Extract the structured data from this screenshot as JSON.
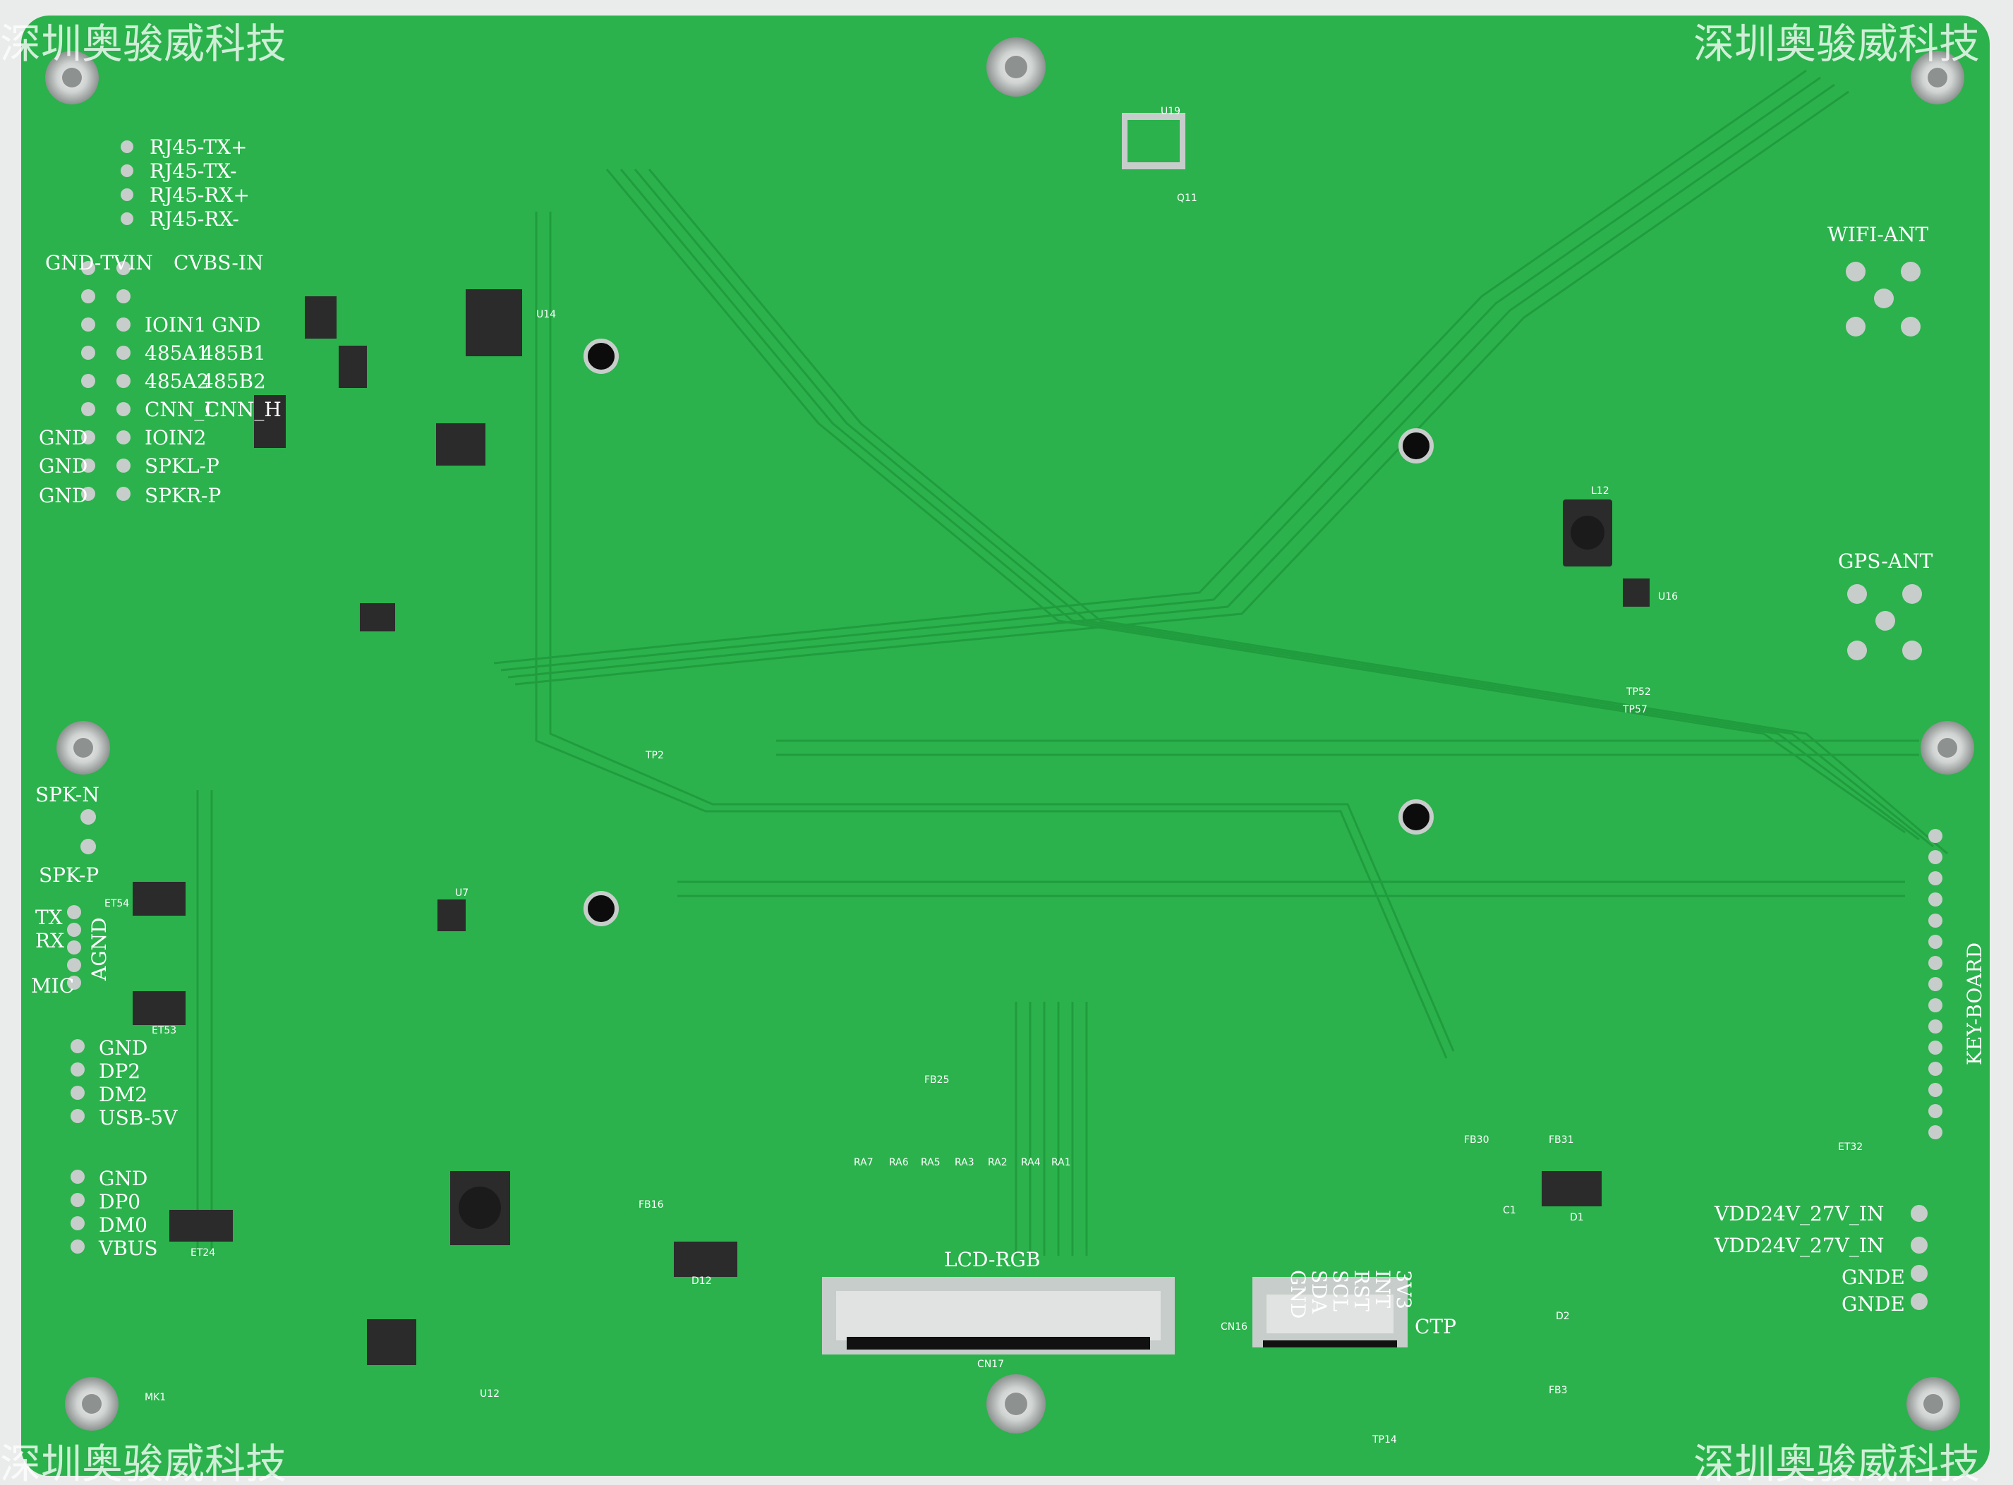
{
  "colors": {
    "pcb": "#2bb24c",
    "trace": "#26a545",
    "silkscreen": "#ffffff",
    "pad": "#c7cdca",
    "chip": "#2b2b2b",
    "hole": "#0c0c0c"
  },
  "watermark": "深圳奥骏威科技",
  "rj45": [
    "RJ45-TX+",
    "RJ45-TX-",
    "RJ45-RX+",
    "RJ45-RX-"
  ],
  "left_header": {
    "top": [
      "GND-TVIN",
      "CVBS-IN"
    ],
    "rows": [
      {
        "left": "",
        "right": "IOIN1",
        "extra": "GND"
      },
      {
        "left": "",
        "right": "485A1",
        "extra": "485B1"
      },
      {
        "left": "",
        "right": "485A2",
        "extra": "485B2"
      },
      {
        "left": "",
        "right": "CNN_L",
        "extra": "CNN_H"
      },
      {
        "left": "GND",
        "right": "IOIN2",
        "extra": ""
      },
      {
        "left": "GND",
        "right": "SPKL-P",
        "extra": ""
      },
      {
        "left": "GND",
        "right": "SPKR-P",
        "extra": ""
      }
    ]
  },
  "spk": {
    "n": "SPK-N",
    "p": "SPK-P"
  },
  "uart": [
    "TX",
    "RX",
    "AGND",
    "MIC"
  ],
  "usb1": [
    "GND",
    "DP2",
    "DM2",
    "USB-5V"
  ],
  "usb2": [
    "GND",
    "DP0",
    "DM0",
    "VBUS"
  ],
  "antennas": {
    "wifi": "WIFI-ANT",
    "gps": "GPS-ANT"
  },
  "key_board": "KEY-BOARD",
  "power": [
    "VDD24V_27V_IN",
    "VDD24V_27V_IN",
    "GNDE",
    "GNDE"
  ],
  "lcd": {
    "label": "LCD-RGB",
    "ref": "CN17"
  },
  "ctp": {
    "label": "CTP",
    "ref": "CN16",
    "pins": [
      "GND",
      "SDA",
      "SCL",
      "RST",
      "INT",
      "3V3"
    ]
  },
  "ra_array": [
    "RA7",
    "RA6",
    "RA5",
    "RA3",
    "RA2",
    "RA4",
    "RA1"
  ],
  "refs": {
    "u19": "U19",
    "u14": "U14",
    "u16": "U16",
    "u12": "U12",
    "u7": "U7",
    "l12": "L12",
    "q11": "Q11",
    "d1": "D1",
    "d2": "D2",
    "d12": "D12",
    "fb3": "FB3",
    "fb25": "FB25",
    "fb31": "FB31",
    "fb30": "FB30",
    "tp2": "TP2",
    "tp52": "TP52",
    "tp57": "TP57",
    "tp14": "TP14",
    "et24": "ET24",
    "et53": "ET53",
    "et54": "ET54",
    "et32": "ET32",
    "mk1": "MK1",
    "c1": "C1",
    "fb16": "FB16"
  }
}
